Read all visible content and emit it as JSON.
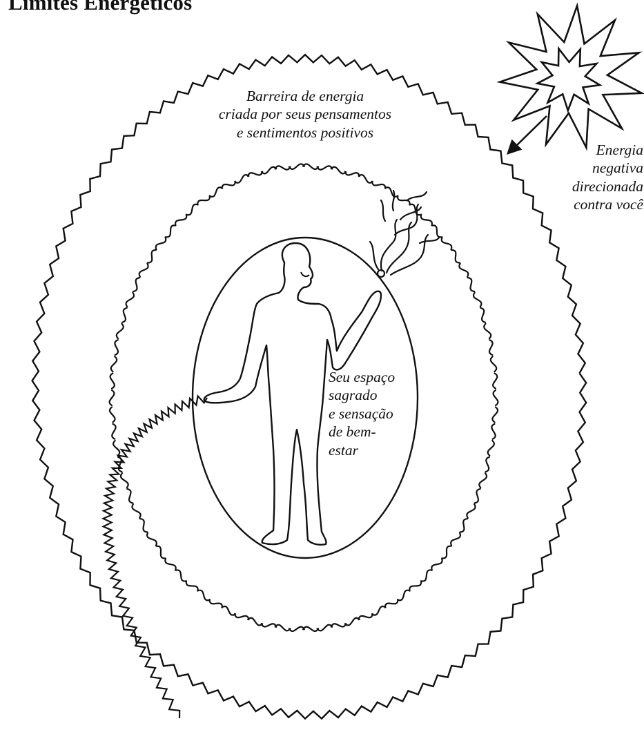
{
  "title": "Limites Energéticos",
  "labels": {
    "barrier": [
      "Barreira de energia",
      "criada por seus pensamentos",
      "e sentimentos positivos"
    ],
    "negative_energy": [
      "Energia",
      "negativa",
      "direcionada",
      "contra você"
    ],
    "sacred_space": [
      "Seu espaço",
      "sagrado",
      "e sensação",
      "de bem-",
      "estar"
    ]
  },
  "colors": {
    "ink": "#111111",
    "background": "#ffffff"
  },
  "icons": {
    "burst": "starburst-icon",
    "figure": "person-silhouette"
  }
}
